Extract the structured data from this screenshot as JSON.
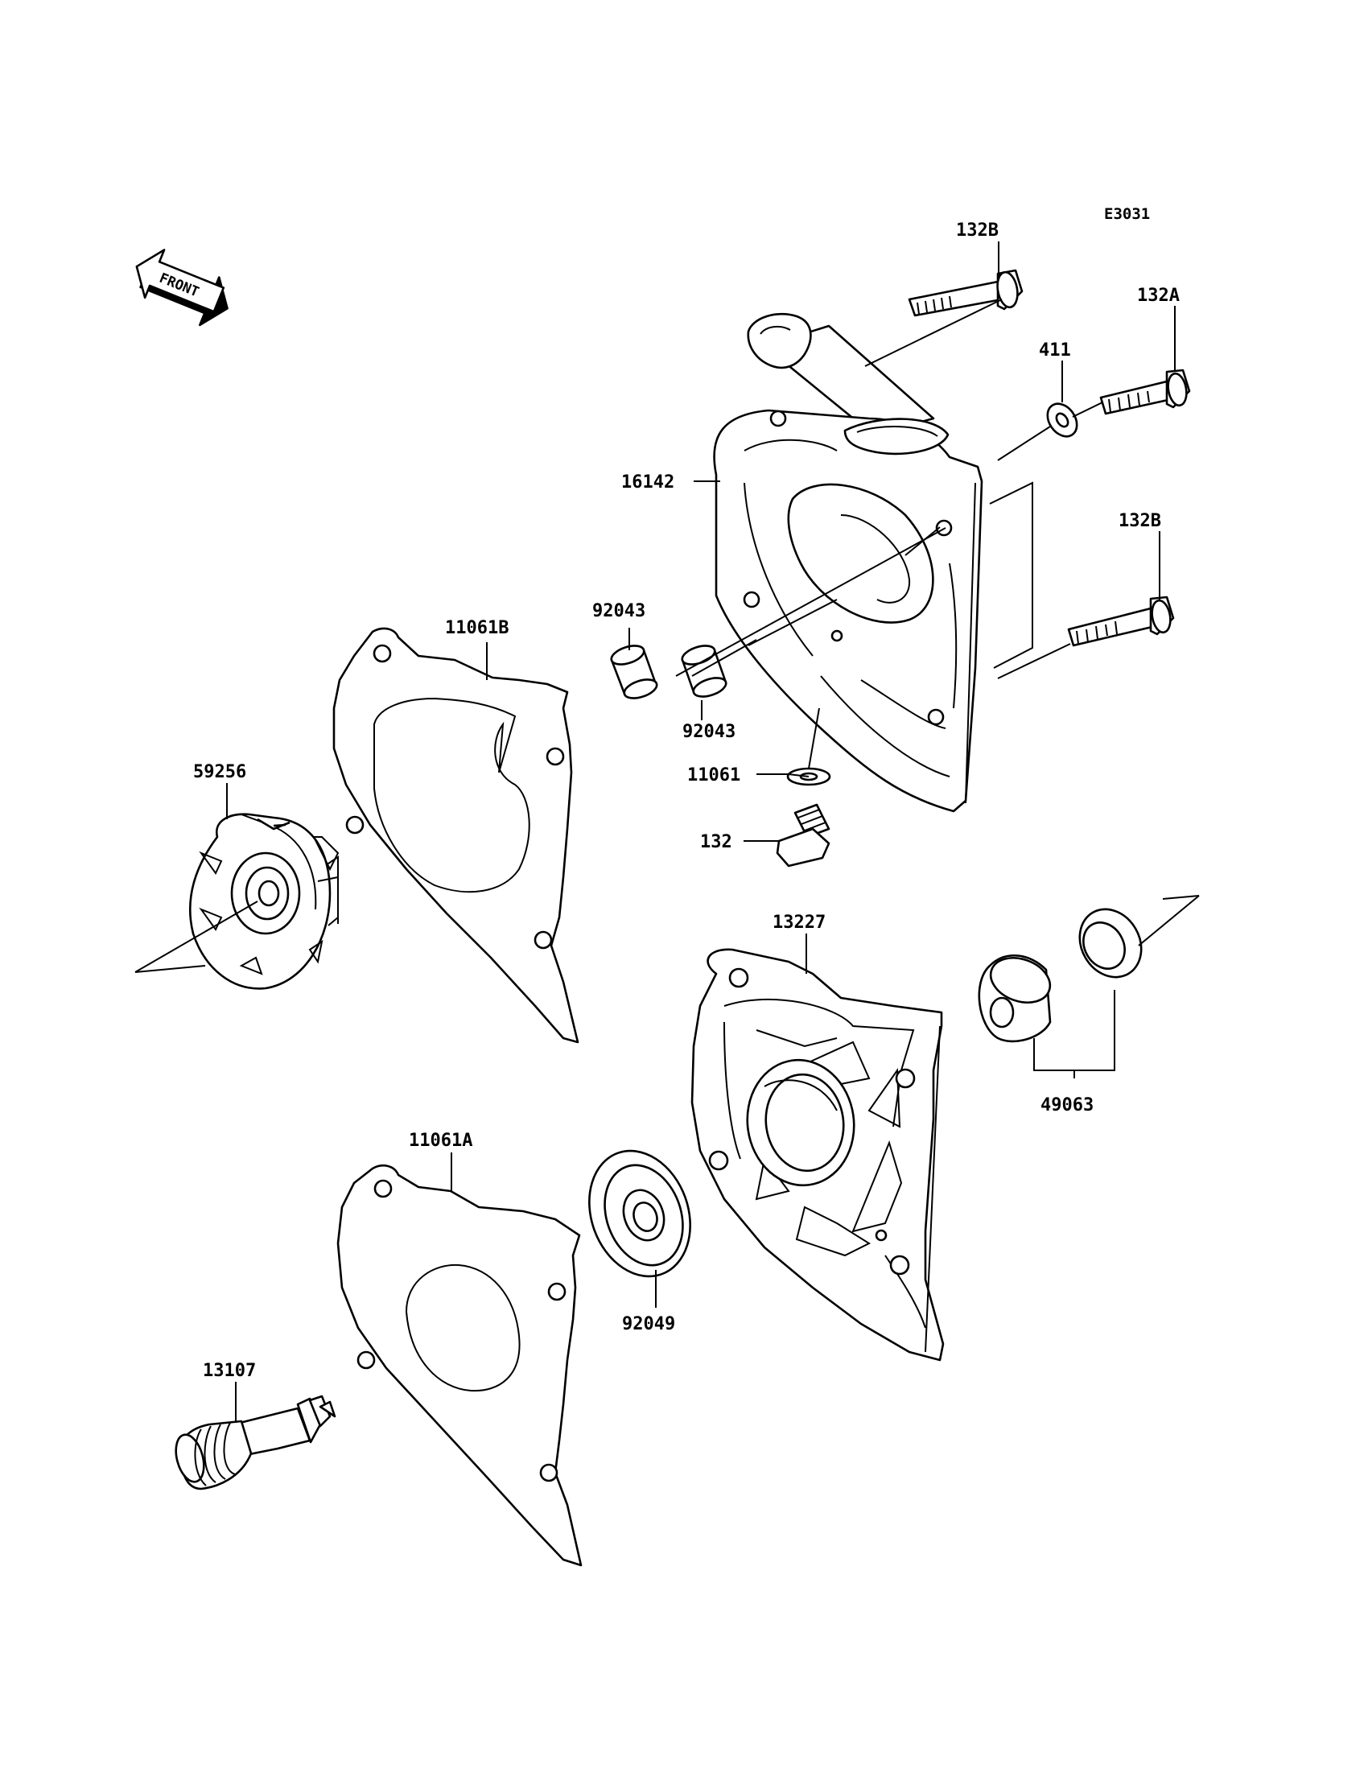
{
  "diagram_ref": "E3031",
  "front_marker": {
    "text": "FRONT",
    "icon": "front-arrow-icon"
  },
  "labels": {
    "p132B_top": "132B",
    "p132A": "132A",
    "p411": "411",
    "p16142": "16142",
    "p132B_mid": "132B",
    "p92043_a": "92043",
    "p92043_b": "92043",
    "p11061B": "11061B",
    "p11061": "11061",
    "p132": "132",
    "p59256": "59256",
    "p13227": "13227",
    "p49063": "49063",
    "p11061A": "11061A",
    "p92049": "92049",
    "p13107": "13107"
  }
}
